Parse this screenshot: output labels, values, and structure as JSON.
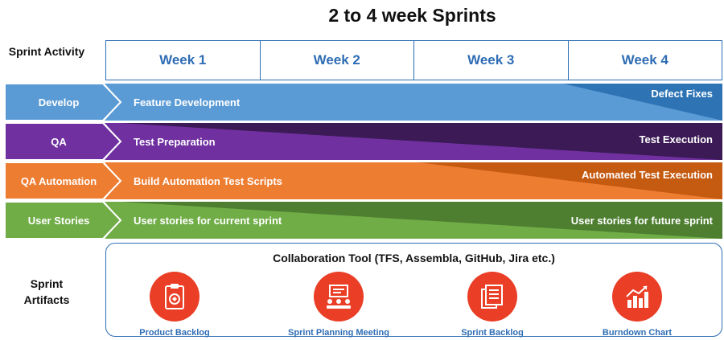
{
  "title": "2 to 4 week Sprints",
  "sprint_activity_label": "Sprint Activity",
  "sprint_artifacts_label": "Sprint Artifacts",
  "weeks": [
    "Week 1",
    "Week 2",
    "Week 3",
    "Week 4"
  ],
  "lanes": [
    {
      "name": "Develop",
      "start_text": "Feature Development",
      "end_text": "Defect Fixes",
      "base_color": "#5b9bd5",
      "wedge_color": "#2e74b5"
    },
    {
      "name": "QA",
      "start_text": "Test Preparation",
      "end_text": "Test Execution",
      "base_color": "#7030a0",
      "wedge_color": "#3b1a55"
    },
    {
      "name": "QA Automation",
      "start_text": "Build Automation Test Scripts",
      "end_text": "Automated Test Execution",
      "base_color": "#ed7d31",
      "wedge_color": "#c55a11"
    },
    {
      "name": "User Stories",
      "start_text": "User stories for current sprint",
      "end_text": "User stories for future sprint",
      "base_color": "#70ad47",
      "wedge_color": "#4e7f31"
    }
  ],
  "collaboration_tool": "Collaboration Tool (TFS, Assembla, GitHub, Jira etc.)",
  "artifacts": [
    {
      "label": "Product Backlog",
      "icon": "clipboard-box-icon"
    },
    {
      "label": "Sprint Planning Meeting",
      "icon": "meeting-board-icon"
    },
    {
      "label": "Sprint Backlog",
      "icon": "documents-stack-icon"
    },
    {
      "label": "Burndown Chart",
      "icon": "bar-chart-arrow-icon"
    }
  ],
  "colors": {
    "accent_blue": "#2e6db4",
    "artifact_red": "#ea3e26"
  }
}
